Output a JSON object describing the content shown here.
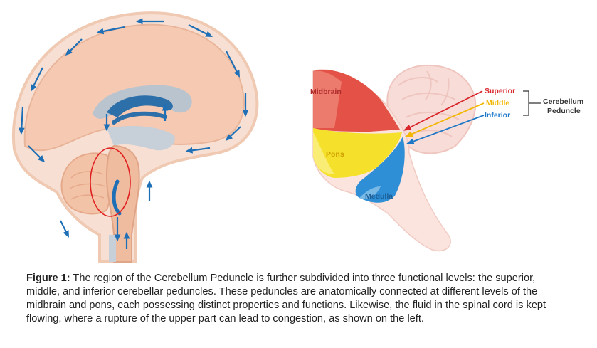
{
  "labels": {
    "midbrain": "Midbrain",
    "pons": "Pons",
    "medulla": "Medulla",
    "superior": "Superior",
    "middle": "Middle",
    "inferior": "Inferior",
    "cerebellum_peduncle_line1": "Cerebellum",
    "cerebellum_peduncle_line2": "Peduncle"
  },
  "caption": {
    "figure_label": "Figure 1:",
    "text": " The region of the Cerebellum Peduncle is further subdivided into three functional levels: the superior, middle, and inferior cerebellar peduncles. These peduncles are anatomically connected at different levels of the midbrain and pons, each possessing distinct properties and functions. Likewise, the fluid in the spinal cord is kept flowing, where a rupture of the upper part can lead to congestion, as shown on the left."
  },
  "colors": {
    "midbrain": "#e2453a",
    "pons": "#f5e12b",
    "medulla": "#2f8fd6",
    "superior_text": "#d9262b",
    "middle_text": "#f2b705",
    "inferior_text": "#1e78c8",
    "tissue": "#f4cdb8",
    "cerebellum": "#f8dcd7",
    "csf_arrow": "#1e6fb5",
    "highlight_circle": "#e02020"
  }
}
